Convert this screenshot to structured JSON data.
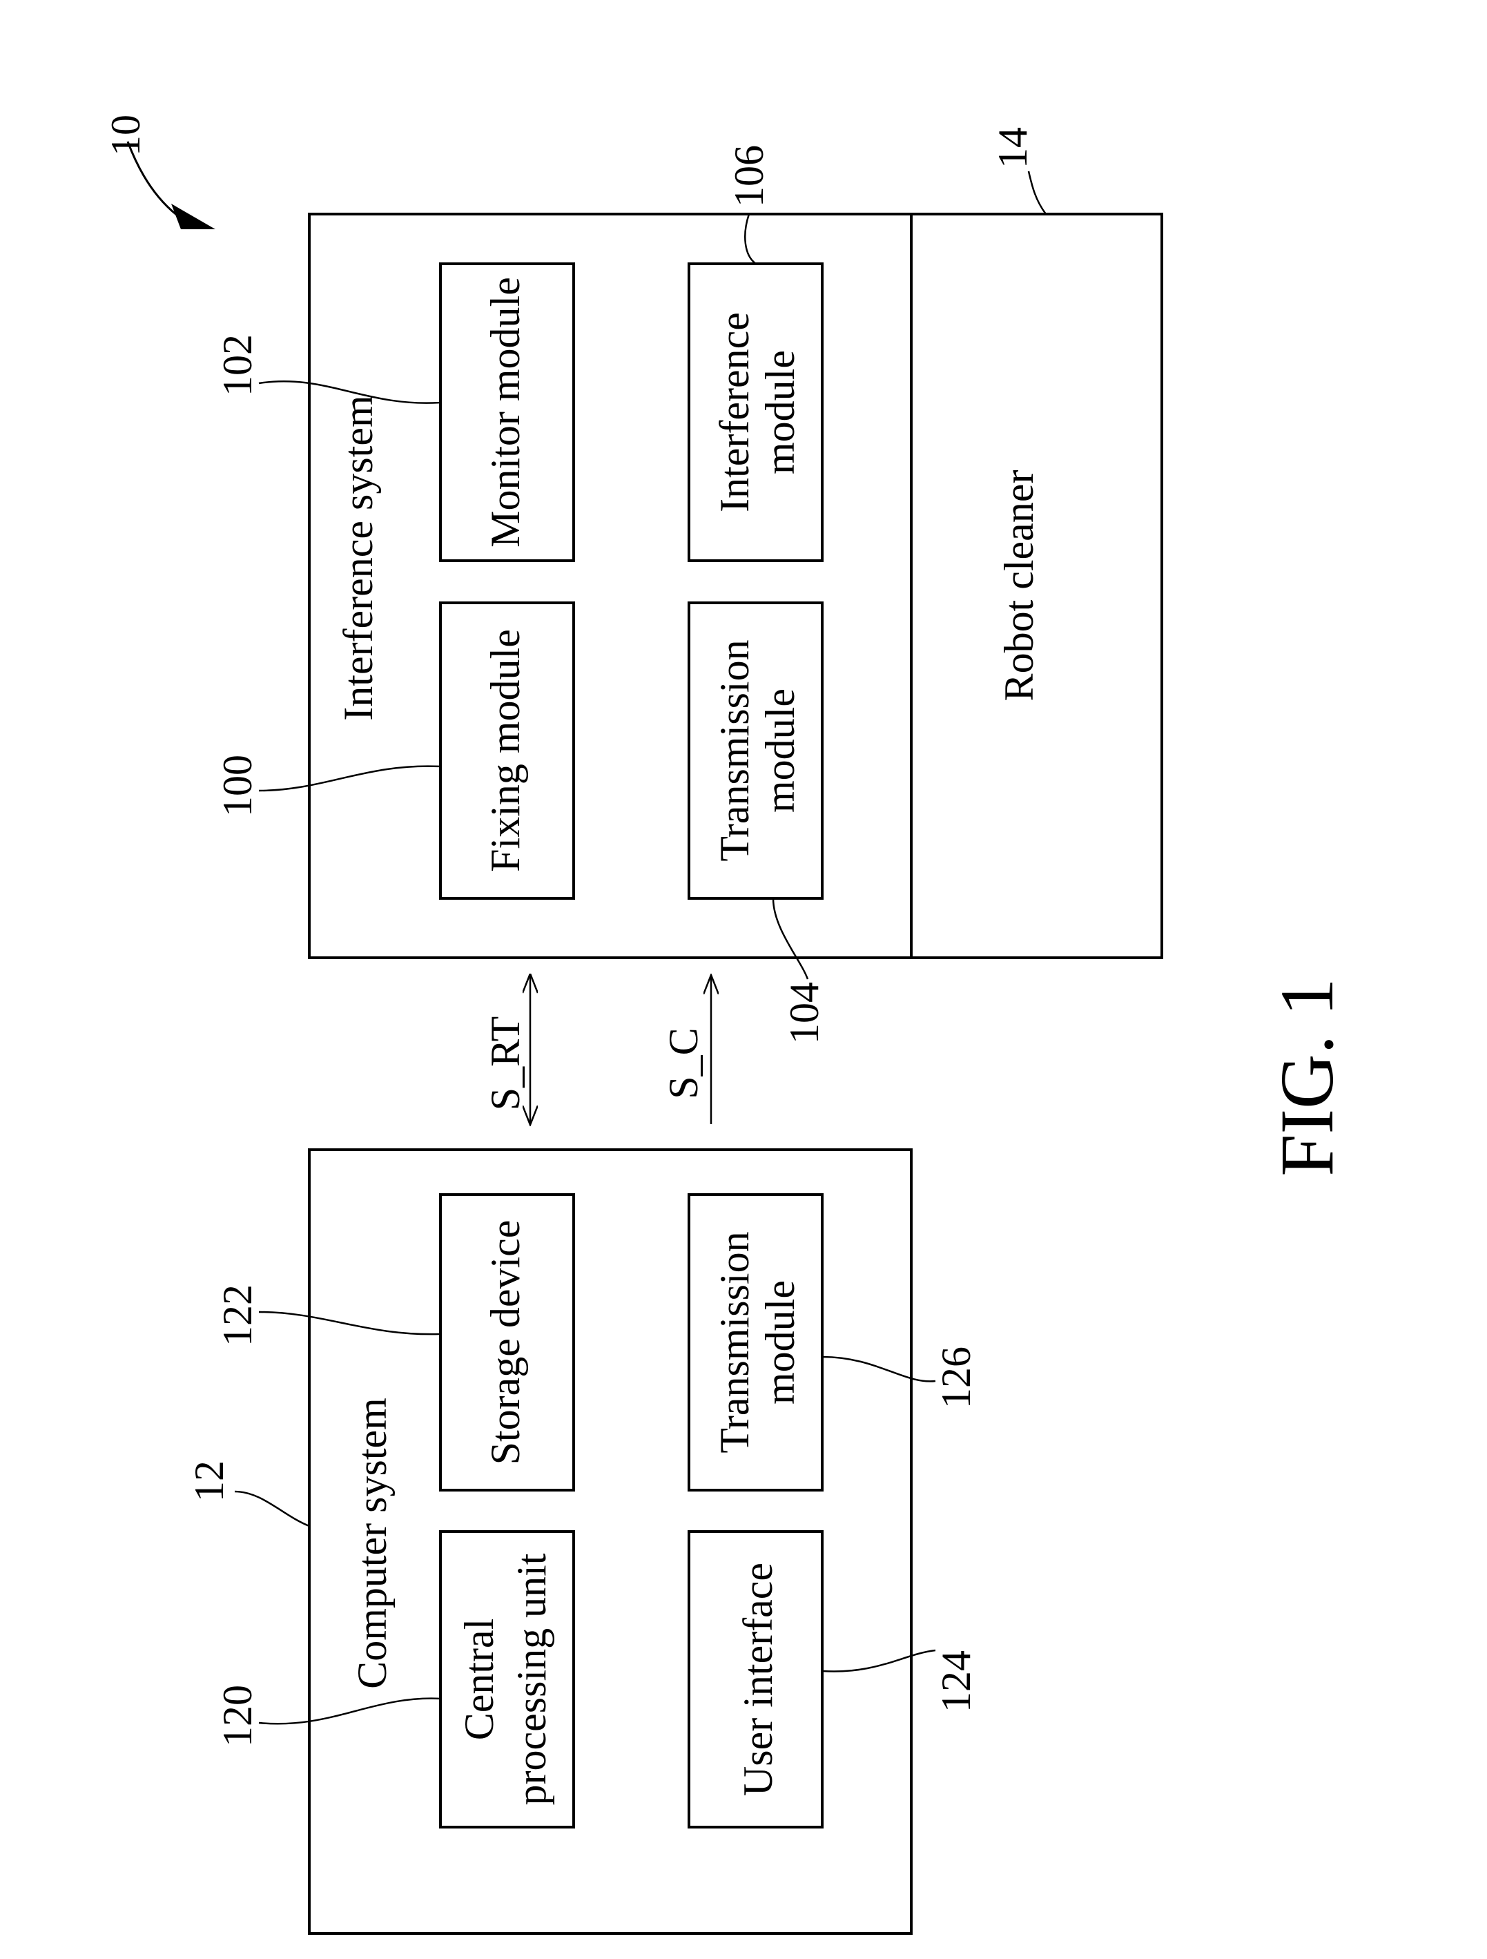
{
  "figure": {
    "caption": "FIG. 1",
    "system_ref": "10",
    "computer_system": {
      "label": "Computer system",
      "ref": "12",
      "cpu": {
        "line1": "Central",
        "line2": "processing unit",
        "ref": "120"
      },
      "storage": {
        "label": "Storage device",
        "ref": "122"
      },
      "user_interface": {
        "label": "User interface",
        "ref": "124"
      },
      "transmission": {
        "line1": "Transmission",
        "line2": "module",
        "ref": "126"
      }
    },
    "robot_cleaner": {
      "label": "Robot cleaner",
      "ref": "14",
      "interference_system": {
        "label": "Interference system",
        "fixing": {
          "label": "Fixing module",
          "ref": "100"
        },
        "monitor": {
          "label": "Monitor module",
          "ref": "102"
        },
        "transmission": {
          "line1": "Transmission",
          "line2": "module",
          "ref": "104"
        },
        "interference": {
          "line1": "Interference",
          "line2": "module",
          "ref": "106"
        }
      }
    },
    "signals": {
      "bidirectional": "S_RT",
      "unidirectional": "S_C"
    }
  }
}
